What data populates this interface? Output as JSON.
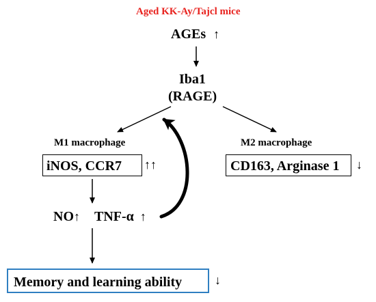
{
  "colors": {
    "title": "#e8231f",
    "text": "#000000",
    "outcome_border": "#2f7fc1"
  },
  "title": "Aged KK-Ay/Tajcl mice",
  "nodes": {
    "ages": {
      "label": "AGEs",
      "arrow": "↑"
    },
    "iba1": {
      "label": "Iba1"
    },
    "rage": {
      "label": "(RAGE)"
    },
    "m1": {
      "heading": "M1 macrophage",
      "markers": "iNOS, CCR7",
      "arrow": "↑↑"
    },
    "m2": {
      "heading": "M2 macrophage",
      "markers": "CD163, Arginase 1",
      "arrow": "↓"
    },
    "no": {
      "label": "NO",
      "arrow": "↑"
    },
    "tnf": {
      "label": "TNF-α",
      "arrow": "↑"
    },
    "outcome": {
      "label": "Memory and learning ability",
      "arrow": "↓"
    }
  }
}
